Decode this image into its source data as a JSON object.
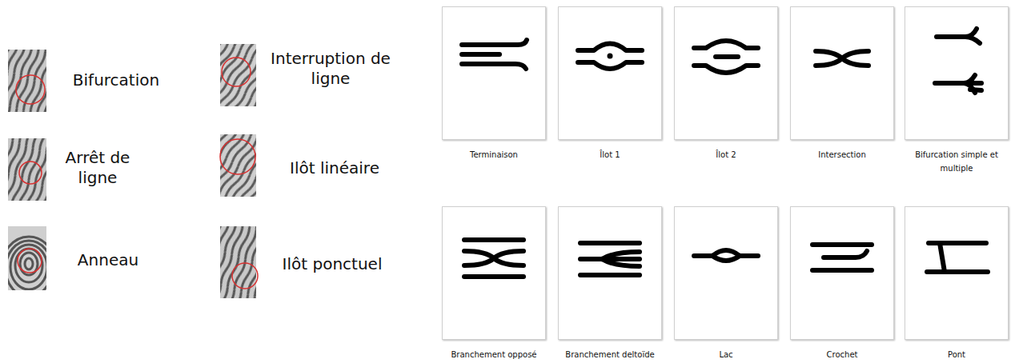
{
  "diagram": {
    "nodes": [
      {
        "text": [
          "Terminaison"
        ]
      },
      {
        "text": [
          "Îlot 1"
        ]
      },
      {
        "text": [
          "Îlot 2"
        ]
      },
      {
        "text": [
          "Intersection"
        ]
      },
      {
        "text": [
          "Bifurcation simple et multiple"
        ]
      },
      {
        "text": [
          "Branchement opposé"
        ]
      },
      {
        "text": [
          "Branchement deltoïde"
        ]
      },
      {
        "text": [
          "Lac"
        ]
      },
      {
        "text": [
          "Crochet"
        ]
      },
      {
        "text": [
          "Pont"
        ]
      }
    ],
    "labels": [
      "Bifurcation",
      "Interruption de ligne",
      "Arrêt de ligne",
      "Ilôt linéaire",
      "Anneau",
      "Ilôt ponctuel"
    ]
  }
}
